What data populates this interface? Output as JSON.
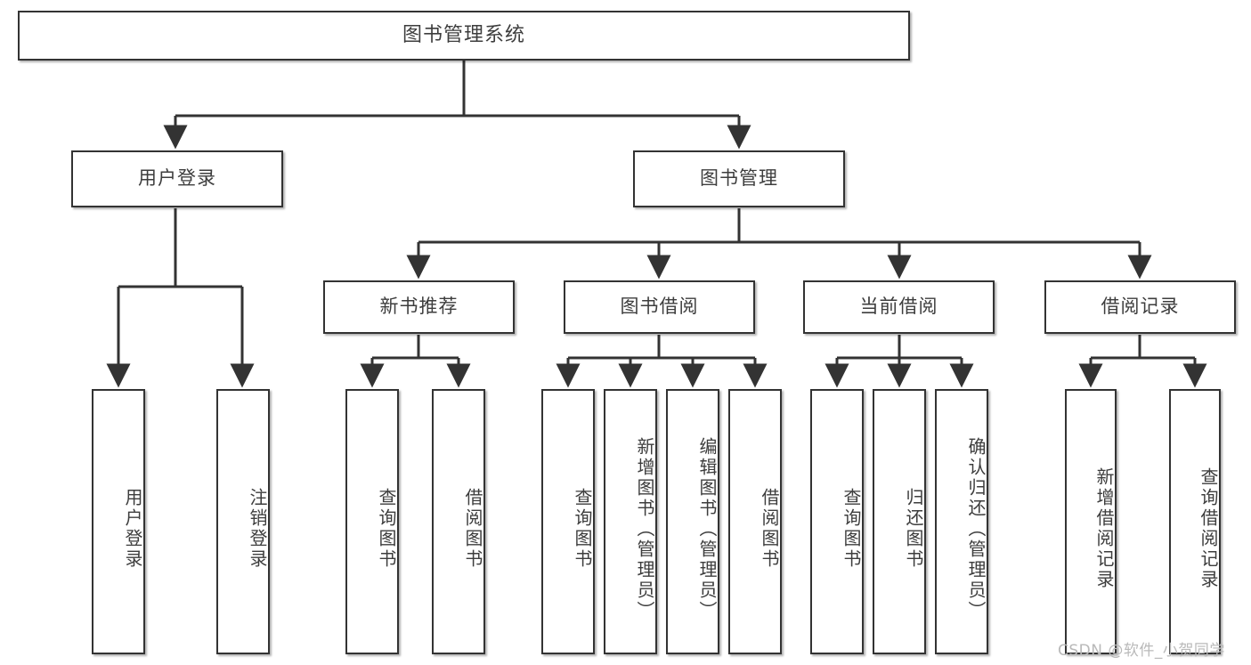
{
  "diagram": {
    "title": "图书管理系统",
    "watermark": "CSDN @软件_小贺同学",
    "colors": {
      "box_border": "#333333",
      "box_fill": "#ffffff",
      "text": "#3d3d3d",
      "connector": "#333333",
      "watermark": "#b9b9b9",
      "background": "#ffffff"
    },
    "levels": {
      "root": {
        "label": "图书管理系统"
      },
      "level2": [
        {
          "label": "用户登录"
        },
        {
          "label": "图书管理"
        }
      ],
      "level3": [
        {
          "label": "新书推荐"
        },
        {
          "label": "图书借阅"
        },
        {
          "label": "当前借阅"
        },
        {
          "label": "借阅记录"
        }
      ],
      "leaves": [
        {
          "label": "用户登录"
        },
        {
          "label": "注销登录"
        },
        {
          "label": "查询图书"
        },
        {
          "label": "借阅图书"
        },
        {
          "label": "查询图书"
        },
        {
          "label": "新增图书（管理员）"
        },
        {
          "label": "编辑图书（管理员）"
        },
        {
          "label": "借阅图书"
        },
        {
          "label": "查询图书"
        },
        {
          "label": "归还图书"
        },
        {
          "label": "确认归还（管理员）"
        },
        {
          "label": "新增借阅记录"
        },
        {
          "label": "查询借阅记录"
        }
      ]
    },
    "tree": {
      "root": "图书管理系统",
      "children": [
        {
          "label": "用户登录",
          "children": [
            {
              "label": "用户登录"
            },
            {
              "label": "注销登录"
            }
          ]
        },
        {
          "label": "图书管理",
          "children": [
            {
              "label": "新书推荐",
              "children": [
                {
                  "label": "查询图书"
                },
                {
                  "label": "借阅图书"
                }
              ]
            },
            {
              "label": "图书借阅",
              "children": [
                {
                  "label": "查询图书"
                },
                {
                  "label": "新增图书（管理员）"
                },
                {
                  "label": "编辑图书（管理员）"
                },
                {
                  "label": "借阅图书"
                }
              ]
            },
            {
              "label": "当前借阅",
              "children": [
                {
                  "label": "查询图书"
                },
                {
                  "label": "归还图书"
                },
                {
                  "label": "确认归还（管理员）"
                }
              ]
            },
            {
              "label": "借阅记录",
              "children": [
                {
                  "label": "新增借阅记录"
                },
                {
                  "label": "查询借阅记录"
                }
              ]
            }
          ]
        }
      ]
    }
  }
}
